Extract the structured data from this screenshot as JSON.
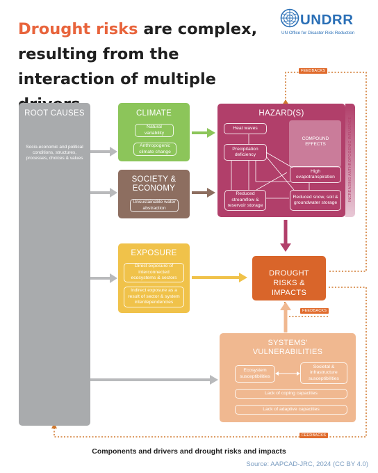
{
  "title": {
    "highlight": "Drought risks",
    "rest": " are complex, resulting from the interaction of multiple drivers"
  },
  "logo": {
    "name": "UNDRR",
    "subtitle": "UN Office for Disaster Risk Reduction"
  },
  "root_causes": {
    "title": "ROOT CAUSES",
    "text": "Socio-economic and political conditions, structures, processes, choices & values"
  },
  "climate": {
    "title": "CLIMATE",
    "items": [
      "Natural variability",
      "Anthropogenic climate change"
    ]
  },
  "society": {
    "title": "SOCIETY & ECONOMY",
    "items": [
      "Unsustainable water abstraction"
    ]
  },
  "exposure": {
    "title": "EXPOSURE",
    "items": [
      "Direct exposure of interconnected ecosystems & sectors",
      "Indirect exposure as a result of sector & system interdependencies"
    ]
  },
  "hazards": {
    "title": "HAZARD(S)",
    "items": [
      "Heat waves",
      "Precipitation deficiency",
      "High evapotranspiration",
      "Reduced streamflow & reservoir storage",
      "Reduced snow, soil & groundwater storage"
    ],
    "compound": "COMPOUND EFFECTS",
    "side_label": "INCREASING ANTHROPOGENIC INFLUENCE"
  },
  "drought": {
    "title": "DROUGHT RISKS & IMPACTS"
  },
  "vulnerabilities": {
    "title": "SYSTEMS' VULNERABILITIES",
    "items": [
      "Ecosystem susceptibilities",
      "Societal & infrastructure susceptibilities",
      "Lack of coping capacities",
      "Lack of adaptive capacities"
    ]
  },
  "feedbacks_label": "FEEDBACKS",
  "caption": "Components and drivers and drought risks and impacts",
  "source": "Source: AAPCAD-JRC, 2024 (CC BY 4.0)",
  "colors": {
    "climate": "#8cc55a",
    "society": "#8d6e60",
    "exposure": "#f0c24a",
    "hazard": "#b13f6a",
    "drought": "#d9652a",
    "vulnerability": "#f0b890",
    "root": "#a9abad",
    "accent": "#e8643c"
  }
}
